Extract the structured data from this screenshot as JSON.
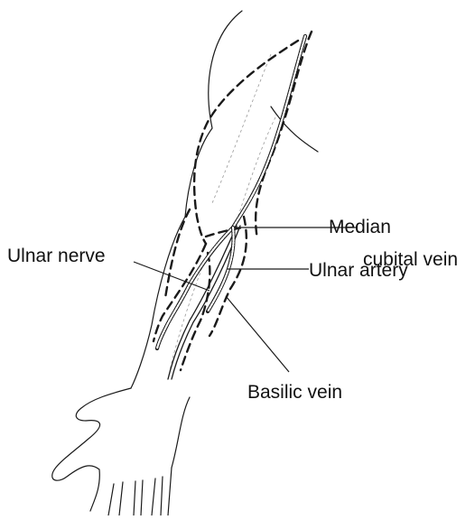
{
  "labels": {
    "median_cubital_line1": "Median",
    "median_cubital_line2": "cubital vein",
    "ulnar_nerve": "Ulnar nerve",
    "ulnar_artery": "Ulnar artery",
    "basilic_vein": "Basilic vein"
  }
}
